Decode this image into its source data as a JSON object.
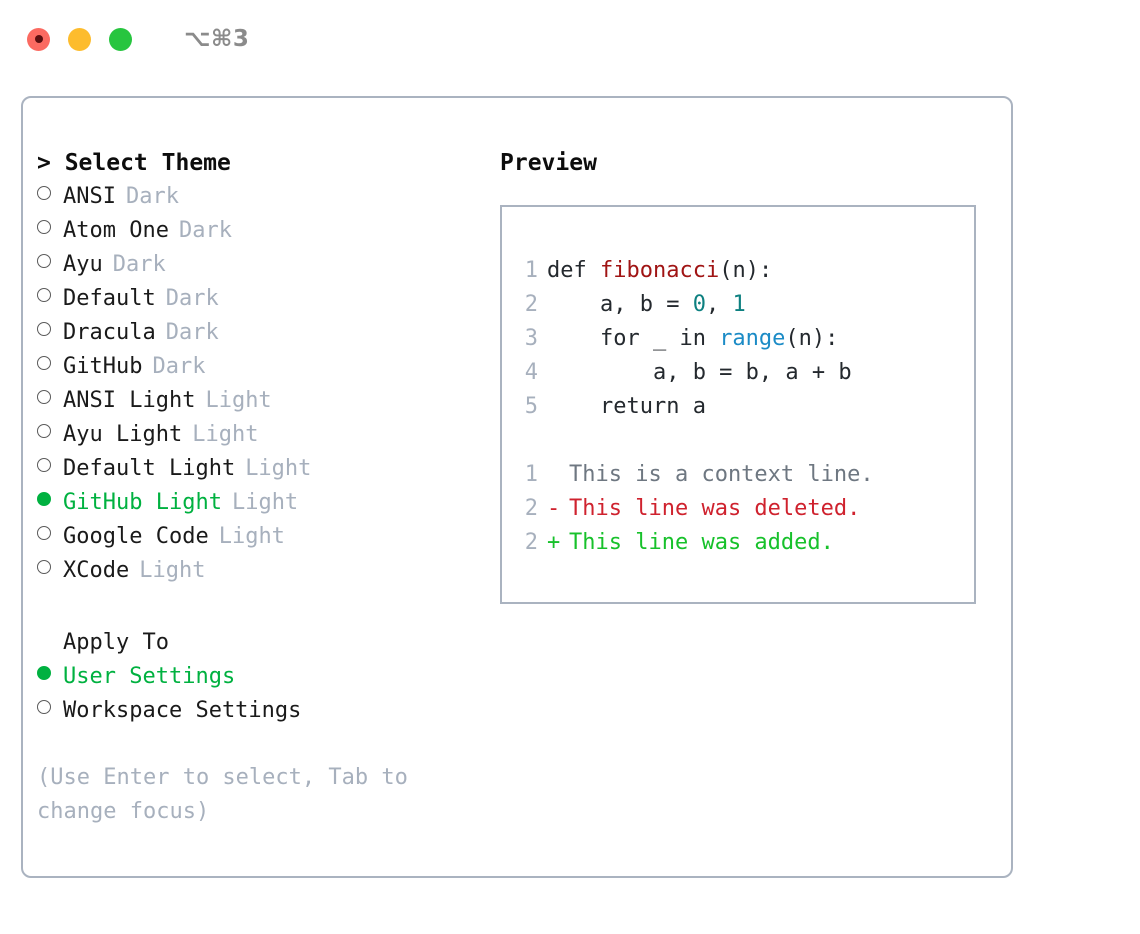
{
  "window": {
    "traffic_lights": [
      "close",
      "minimize",
      "maximize"
    ],
    "title": "⌥⌘3",
    "accent_green": "#00b140",
    "border_color": "#aab3c0",
    "muted_color": "#a7b0bd"
  },
  "theme_panel": {
    "header": "> Select Theme",
    "items": [
      {
        "name": "ANSI",
        "tag": "Dark",
        "selected": false
      },
      {
        "name": "Atom One",
        "tag": "Dark",
        "selected": false
      },
      {
        "name": "Ayu",
        "tag": "Dark",
        "selected": false
      },
      {
        "name": "Default",
        "tag": "Dark",
        "selected": false
      },
      {
        "name": "Dracula",
        "tag": "Dark",
        "selected": false
      },
      {
        "name": "GitHub",
        "tag": "Dark",
        "selected": false
      },
      {
        "name": "ANSI Light",
        "tag": "Light",
        "selected": false
      },
      {
        "name": "Ayu Light",
        "tag": "Light",
        "selected": false
      },
      {
        "name": "Default Light",
        "tag": "Light",
        "selected": false
      },
      {
        "name": "GitHub Light",
        "tag": "Light",
        "selected": true
      },
      {
        "name": "Google Code",
        "tag": "Light",
        "selected": false
      },
      {
        "name": "XCode",
        "tag": "Light",
        "selected": false
      }
    ]
  },
  "apply_to": {
    "header": "Apply To",
    "options": [
      {
        "label": "User Settings",
        "selected": true
      },
      {
        "label": "Workspace Settings",
        "selected": false
      }
    ]
  },
  "hint": "(Use Enter to select, Tab to change focus)",
  "preview": {
    "title": "Preview",
    "code_lines": [
      {
        "no": "1",
        "tokens": [
          {
            "t": "def ",
            "c": "tok-def"
          },
          {
            "t": "fibonacci",
            "c": "tok-func"
          },
          {
            "t": "(n):",
            "c": "tok-plain"
          }
        ]
      },
      {
        "no": "2",
        "tokens": [
          {
            "t": "    a, b = ",
            "c": "tok-plain"
          },
          {
            "t": "0",
            "c": "tok-num"
          },
          {
            "t": ", ",
            "c": "tok-plain"
          },
          {
            "t": "1",
            "c": "tok-num"
          }
        ]
      },
      {
        "no": "3",
        "tokens": [
          {
            "t": "    for _ in ",
            "c": "tok-plain"
          },
          {
            "t": "range",
            "c": "tok-builtin"
          },
          {
            "t": "(n):",
            "c": "tok-plain"
          }
        ]
      },
      {
        "no": "4",
        "tokens": [
          {
            "t": "        a, b = b, a + b",
            "c": "tok-plain"
          }
        ]
      },
      {
        "no": "5",
        "tokens": [
          {
            "t": "    return a",
            "c": "tok-plain"
          }
        ]
      }
    ],
    "diff_lines": [
      {
        "no": "1",
        "mark": " ",
        "text": "This is a context line.",
        "kind": "diff-ctx"
      },
      {
        "no": "2",
        "mark": "-",
        "text": "This line was deleted.",
        "kind": "diff-del"
      },
      {
        "no": "2",
        "mark": "+",
        "text": "This line was added.",
        "kind": "diff-add"
      }
    ]
  }
}
